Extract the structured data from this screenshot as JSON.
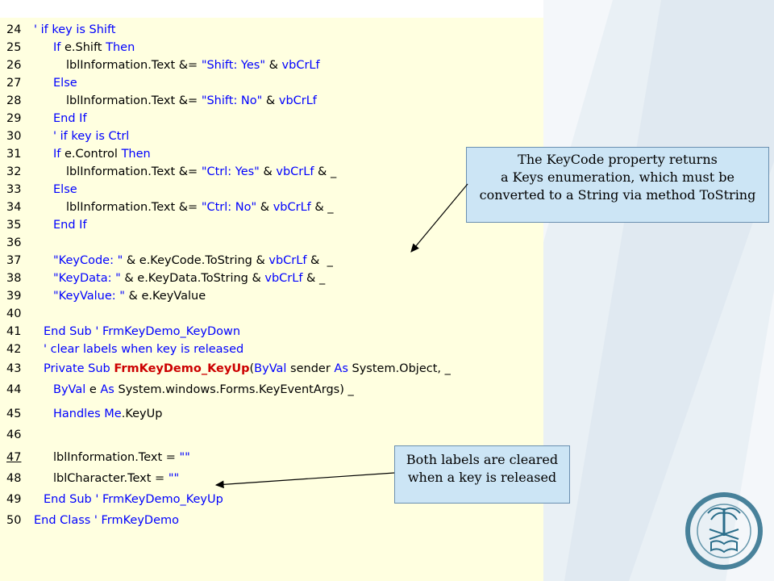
{
  "code": {
    "lines": [
      {
        "n": "24",
        "indent": 0,
        "parts": [
          {
            "t": "' if key is Shift",
            "c": "kw"
          }
        ]
      },
      {
        "n": "25",
        "indent": 2,
        "parts": [
          {
            "t": "If",
            "c": "kw"
          },
          {
            "t": " e.Shift ",
            "c": ""
          },
          {
            "t": "Then",
            "c": "kw"
          }
        ]
      },
      {
        "n": "26",
        "indent": 4,
        "parts": [
          {
            "t": "lblInformation.Text &= ",
            "c": ""
          },
          {
            "t": "\"Shift: Yes\"",
            "c": "kw"
          },
          {
            "t": " & ",
            "c": ""
          },
          {
            "t": "vbCrLf",
            "c": "kw"
          }
        ]
      },
      {
        "n": "27",
        "indent": 2,
        "parts": [
          {
            "t": "Else",
            "c": "kw"
          }
        ]
      },
      {
        "n": "28",
        "indent": 4,
        "parts": [
          {
            "t": "lblInformation.Text &= ",
            "c": ""
          },
          {
            "t": "\"Shift: No\"",
            "c": "kw"
          },
          {
            "t": " & ",
            "c": ""
          },
          {
            "t": "vbCrLf",
            "c": "kw"
          }
        ]
      },
      {
        "n": "29",
        "indent": 2,
        "parts": [
          {
            "t": "End If",
            "c": "kw"
          }
        ]
      },
      {
        "n": "30",
        "indent": 2,
        "parts": [
          {
            "t": "' if key is Ctrl",
            "c": "kw"
          }
        ]
      },
      {
        "n": "31",
        "indent": 2,
        "parts": [
          {
            "t": "If",
            "c": "kw"
          },
          {
            "t": " e.Control ",
            "c": ""
          },
          {
            "t": "Then",
            "c": "kw"
          }
        ]
      },
      {
        "n": "32",
        "indent": 4,
        "parts": [
          {
            "t": "lblInformation.Text &= ",
            "c": ""
          },
          {
            "t": "\"Ctrl: Yes\"",
            "c": "kw"
          },
          {
            "t": " & ",
            "c": ""
          },
          {
            "t": "vbCrLf",
            "c": "kw"
          },
          {
            "t": " & _",
            "c": ""
          }
        ]
      },
      {
        "n": "33",
        "indent": 2,
        "parts": [
          {
            "t": "Else",
            "c": "kw"
          }
        ]
      },
      {
        "n": "34",
        "indent": 4,
        "parts": [
          {
            "t": "lblInformation.Text &= ",
            "c": ""
          },
          {
            "t": "\"Ctrl: No\"",
            "c": "kw"
          },
          {
            "t": " & ",
            "c": ""
          },
          {
            "t": "vbCrLf",
            "c": "kw"
          },
          {
            "t": " & _",
            "c": ""
          }
        ]
      },
      {
        "n": "35",
        "indent": 2,
        "parts": [
          {
            "t": "End If",
            "c": "kw"
          }
        ]
      },
      {
        "n": "36",
        "indent": 0,
        "parts": []
      },
      {
        "n": "37",
        "indent": 2,
        "parts": [
          {
            "t": "\"KeyCode: \"",
            "c": "kw"
          },
          {
            "t": " & e.KeyCode.ToString & ",
            "c": ""
          },
          {
            "t": "vbCrLf",
            "c": "kw"
          },
          {
            "t": " &  _",
            "c": ""
          }
        ]
      },
      {
        "n": "38",
        "indent": 2,
        "parts": [
          {
            "t": "\"KeyData: \"",
            "c": "kw"
          },
          {
            "t": " & e.KeyData.ToString & ",
            "c": ""
          },
          {
            "t": "vbCrLf",
            "c": "kw"
          },
          {
            "t": " & _",
            "c": ""
          }
        ]
      },
      {
        "n": "39",
        "indent": 2,
        "parts": [
          {
            "t": "\"KeyValue: \"",
            "c": "kw"
          },
          {
            "t": " & e.KeyValue",
            "c": ""
          }
        ]
      },
      {
        "n": "40",
        "indent": 0,
        "parts": []
      },
      {
        "n": "41",
        "indent": 1,
        "parts": [
          {
            "t": "End Sub",
            "c": "kw"
          },
          {
            "t": " ' FrmKeyDemo_KeyDown",
            "c": "kw"
          }
        ]
      },
      {
        "n": "42",
        "indent": 1,
        "parts": [
          {
            "t": "' clear labels when key is released",
            "c": "kw"
          }
        ]
      },
      {
        "n": "43",
        "indent": 1,
        "parts": [
          {
            "t": "Private Sub",
            "c": "kw"
          },
          {
            "t": " ",
            "c": ""
          },
          {
            "t": "FrmKeyDemo_KeyUp",
            "c": "bold-red"
          },
          {
            "t": "(",
            "c": ""
          },
          {
            "t": "ByVal",
            "c": "kw"
          },
          {
            "t": " sender ",
            "c": ""
          },
          {
            "t": "As",
            "c": "kw"
          },
          {
            "t": " System.Object, _",
            "c": ""
          }
        ]
      },
      {
        "n": "44",
        "indent": 2,
        "parts": [
          {
            "t": "ByVal",
            "c": "kw"
          },
          {
            "t": " e ",
            "c": ""
          },
          {
            "t": "As",
            "c": "kw"
          },
          {
            "t": " System.windows.Forms.KeyEventArgs) _",
            "c": ""
          }
        ]
      },
      {
        "n": "45",
        "indent": 2,
        "parts": [
          {
            "t": "Handles Me",
            "c": "kw"
          },
          {
            "t": ".KeyUp",
            "c": ""
          }
        ]
      },
      {
        "n": "46",
        "indent": 0,
        "parts": []
      },
      {
        "n": "47",
        "indent": 2,
        "underline": true,
        "parts": [
          {
            "t": "lblInformation.Text = ",
            "c": ""
          },
          {
            "t": "\"\"",
            "c": "kw"
          }
        ]
      },
      {
        "n": "48",
        "indent": 2,
        "parts": [
          {
            "t": "lblCharacter.Text = ",
            "c": ""
          },
          {
            "t": "\"\"",
            "c": "kw"
          }
        ]
      },
      {
        "n": "49",
        "indent": 1,
        "parts": [
          {
            "t": "End Sub",
            "c": "kw"
          },
          {
            "t": " ' FrmKeyDemo_KeyUp",
            "c": "kw"
          }
        ]
      },
      {
        "n": "50",
        "indent": 0,
        "parts": [
          {
            "t": "End Class",
            "c": "kw"
          },
          {
            "t": " ' FrmKeyDemo",
            "c": "kw"
          }
        ]
      }
    ]
  },
  "callouts": {
    "keycode": {
      "line1": "The KeyCode property returns",
      "line2": "a Keys enumeration, which must be",
      "line3": "converted to a String via method ToString"
    },
    "cleared": {
      "line1": "Both labels are cleared",
      "line2": "when a key is released"
    }
  },
  "colors": {
    "code_background": "#ffffe0",
    "keyword": "#0000ff",
    "callout_fill": "#cce5f5",
    "slide_accent": "#e3ebf3"
  },
  "icons": {
    "seal": "university-seal-icon"
  }
}
